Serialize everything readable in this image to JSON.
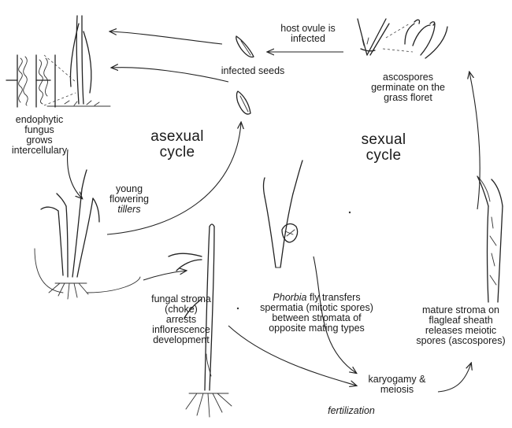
{
  "labels": {
    "host_ovule": "host ovule is\ninfected",
    "infected_seeds": "infected seeds",
    "ascospores_germinate": "ascospores\ngerminate on the\ngrass floret",
    "endophytic": "endophytic\nfungus\ngrows\nintercellulary",
    "asexual_cycle": "asexual\ncycle",
    "sexual_cycle": "sexual\ncycle",
    "young_tillers_1": "young",
    "young_tillers_2": "flowering",
    "young_tillers_3": "tillers",
    "fungal_stroma": "fungal stroma\n(choke)\narrests\ninflorescence\ndevelopment",
    "phorbia_italic": "Phorbia",
    "phorbia_rest": " fly transfers",
    "phorbia_lines": "spermatia (mitotic spores)\nbetween stromata of\nopposite mating types",
    "mature_stroma": "mature stroma on\nflagleaf sheath\nreleases meiotic\nspores (ascospores)",
    "karyogamy": "karyogamy &\nmeiosis",
    "fertilization": "fertilization"
  }
}
